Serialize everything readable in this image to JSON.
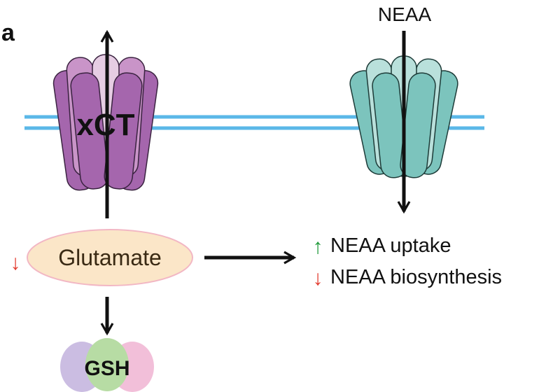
{
  "panel_label": "a",
  "transporter_left": {
    "label": "xCT"
  },
  "transporter_right": {
    "label": "NEAA"
  },
  "center": {
    "label": "Glutamate",
    "arrow": "down",
    "arrow_color": "#e23b2e"
  },
  "product": {
    "label": "GSH"
  },
  "effects": [
    {
      "label": "NEAA uptake",
      "arrow": "up",
      "arrow_color": "#1f9a3a"
    },
    {
      "label": "NEAA biosynthesis",
      "arrow": "down",
      "arrow_color": "#e23b2e"
    }
  ],
  "colors": {
    "membrane": "#5bb8e8",
    "xct_dark": "#a566ad",
    "xct_mid": "#c994c8",
    "xct_light": "#e6cde3",
    "neaa_dark": "#7cc4bd",
    "neaa_light": "#b9e0db",
    "glutamate_fill": "#fbe6c8",
    "glutamate_stroke": "#f2b7c4",
    "gsh_purple": "#cbbde2",
    "gsh_green": "#b7dca4",
    "gsh_pink": "#f2bfd9"
  }
}
